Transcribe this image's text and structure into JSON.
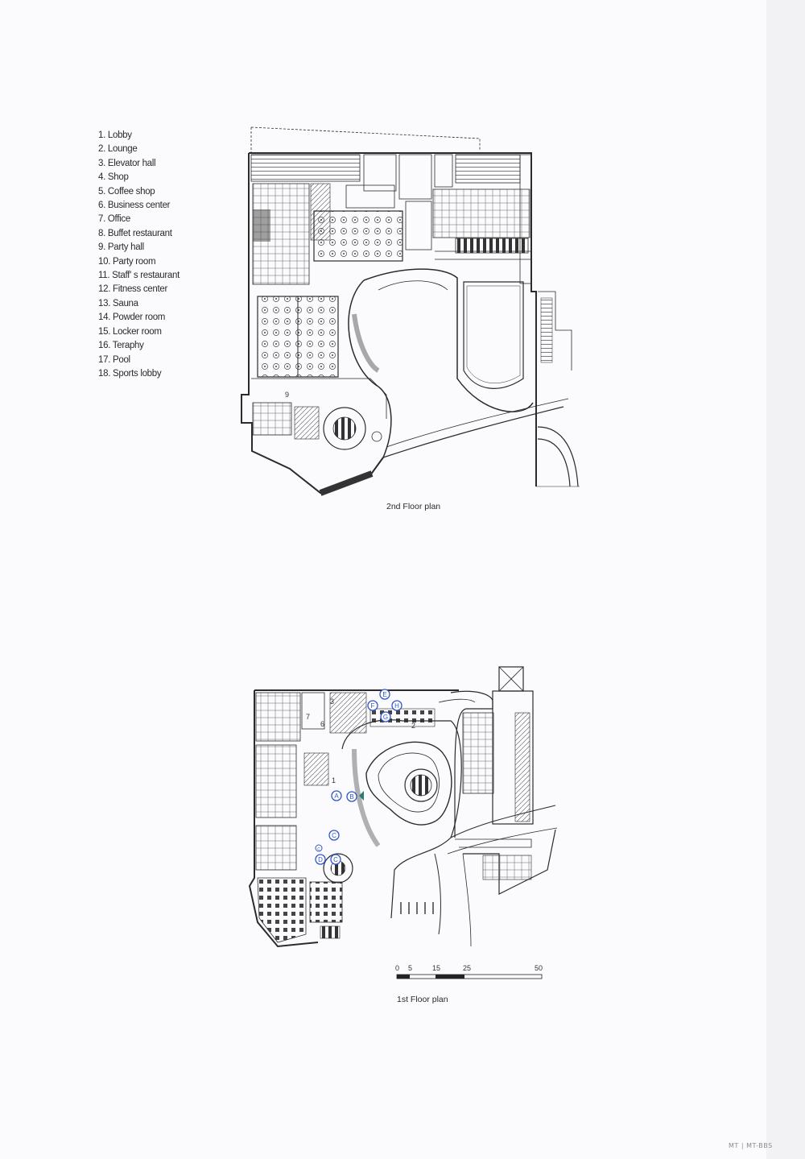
{
  "legend": [
    "1. Lobby",
    "2. Lounge",
    "3. Elevator hall",
    "4. Shop",
    "5. Coffee shop",
    "6. Business center",
    "7. Office",
    "8. Buffet restaurant",
    "9. Party hall",
    "10. Party room",
    "11. Staff' s restaurant",
    "12. Fitness center",
    "13. Sauna",
    "14. Powder room",
    "15. Locker room",
    "16. Teraphy",
    "17. Pool",
    "18. Sports lobby"
  ],
  "plans": {
    "second": {
      "caption": "2nd Floor plan",
      "room_label": "9"
    },
    "first": {
      "caption": "1st Floor plan",
      "room_labels": [
        "7",
        "3",
        "6",
        "1",
        "2"
      ],
      "markers": [
        "A",
        "B",
        "C",
        "D",
        "C",
        "C",
        "E",
        "F",
        "H",
        "G"
      ]
    }
  },
  "scale_bar": {
    "ticks": [
      "0",
      "5",
      "15",
      "25",
      "50"
    ]
  },
  "footer": "MT | MT-BBS",
  "colors": {
    "line": "#2b2b2b",
    "marker": "#2f56c8",
    "paper": "#fbfbfd"
  }
}
